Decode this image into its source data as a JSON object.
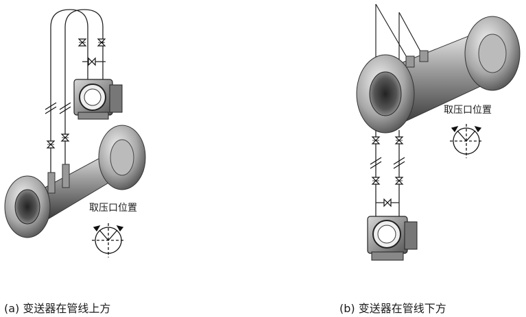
{
  "panel_a": {
    "tap_label": "取压口位置",
    "caption": "(a) 变送器在管线上方"
  },
  "panel_b": {
    "tap_label": "取压口位置",
    "caption": "(b) 变送器在管线下方"
  }
}
